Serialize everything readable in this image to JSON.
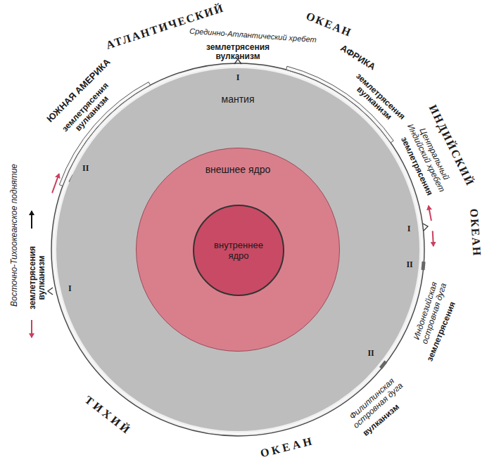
{
  "diagram": {
    "nodes": [
      {
        "text": [
          "мантия"
        ]
      },
      {
        "text": [
          "внешнее ядро"
        ],
        "in": 0
      },
      {
        "text": [
          "внутреннее ядро"
        ],
        "in": 1
      }
    ],
    "labels": [
      "АТЛАНТИЧЕСКИЙ",
      "ОКЕАН",
      "Срединно-Атлантический хребет",
      "землетрясения вулканизм",
      "I",
      "ЮЖНАЯ АМЕРИКА",
      "землетрясения вулканизм",
      "II",
      "Восточно-Тихоокеанское поднятие",
      "землетрясения вулканизм",
      "I",
      "АФРИКА",
      "землетрясения вулканизм",
      "ИНДИЙСКИЙ",
      "ОКЕАН",
      "Центральный Индийский хребет",
      "землетрясения",
      "I",
      "Индонезийская островная дуга",
      "землетрясения",
      "II",
      "Филиппинская островная дуга",
      "вулканизм",
      "II",
      "ТИХИЙ",
      "ОКЕАН"
    ]
  }
}
